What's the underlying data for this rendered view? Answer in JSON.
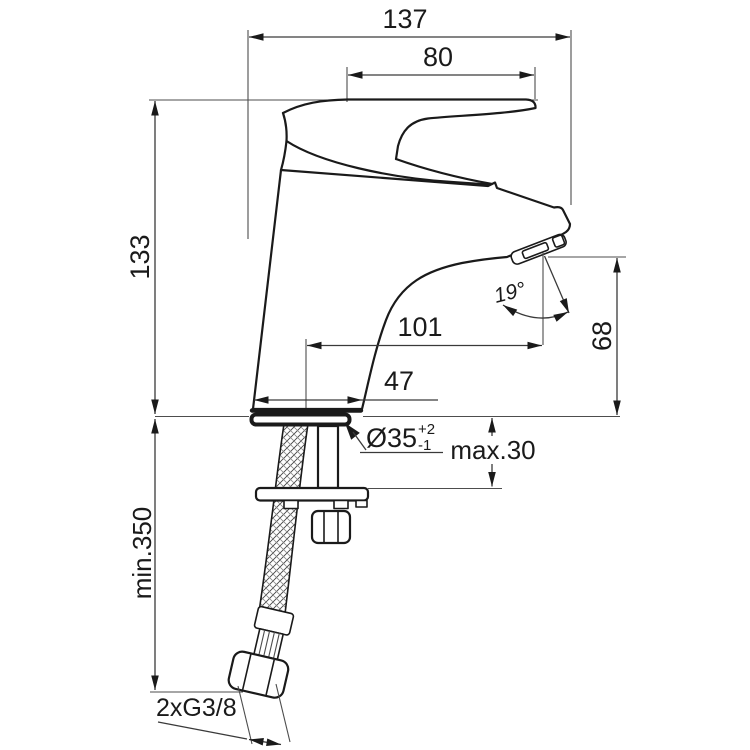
{
  "dims": {
    "total_depth": "137",
    "lever_length": "80",
    "body_height": "133",
    "hose_min_length": "min.350",
    "spout_reach": "101",
    "base_depth": "47",
    "outlet_height": "68",
    "stream_angle": "19°",
    "hole_diameter": "Ø35",
    "hole_tol_plus": "+2",
    "hole_tol_minus": "-1",
    "deck_thickness_max": "max.30",
    "hose_connection": "2xG3/8"
  }
}
